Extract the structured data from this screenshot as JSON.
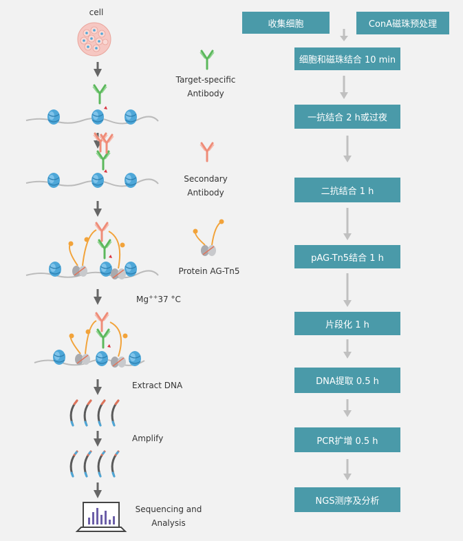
{
  "left": {
    "cell_label": "cell",
    "target_antibody": [
      "Target-specific",
      "Antibody"
    ],
    "secondary_antibody": [
      "Secondary",
      "Antibody"
    ],
    "protein": "Protein AG-Tn5",
    "mg_base": "Mg",
    "mg_sup": "++",
    "mg_rest": "37  °C",
    "extract": "Extract DNA",
    "amplify": "Amplify",
    "sequencing": [
      "Sequencing and",
      "Analysis"
    ]
  },
  "steps": {
    "collect": "收集细胞",
    "cona": "ConA磁珠预处理",
    "bind": "细胞和磁珠结合 10 min",
    "primary": "一抗结合 2 h或过夜",
    "secondary": "二抗结合 1 h",
    "pag": "pAG-Tn5结合 1 h",
    "frag": "片段化 1 h",
    "dna": "DNA提取 0.5 h",
    "pcr": "PCR扩增 0.5 h",
    "ngs": "NGS测序及分析"
  },
  "colors": {
    "step_box": "#4a9aa9",
    "arrow": "#666666",
    "flow_arrow": "#c0c0c0",
    "nucleosome": "#4ea7d8",
    "primary_antibody": "#5cb85c",
    "secondary_antibody": "#ef8c78",
    "tn5": "#f2a33a"
  }
}
